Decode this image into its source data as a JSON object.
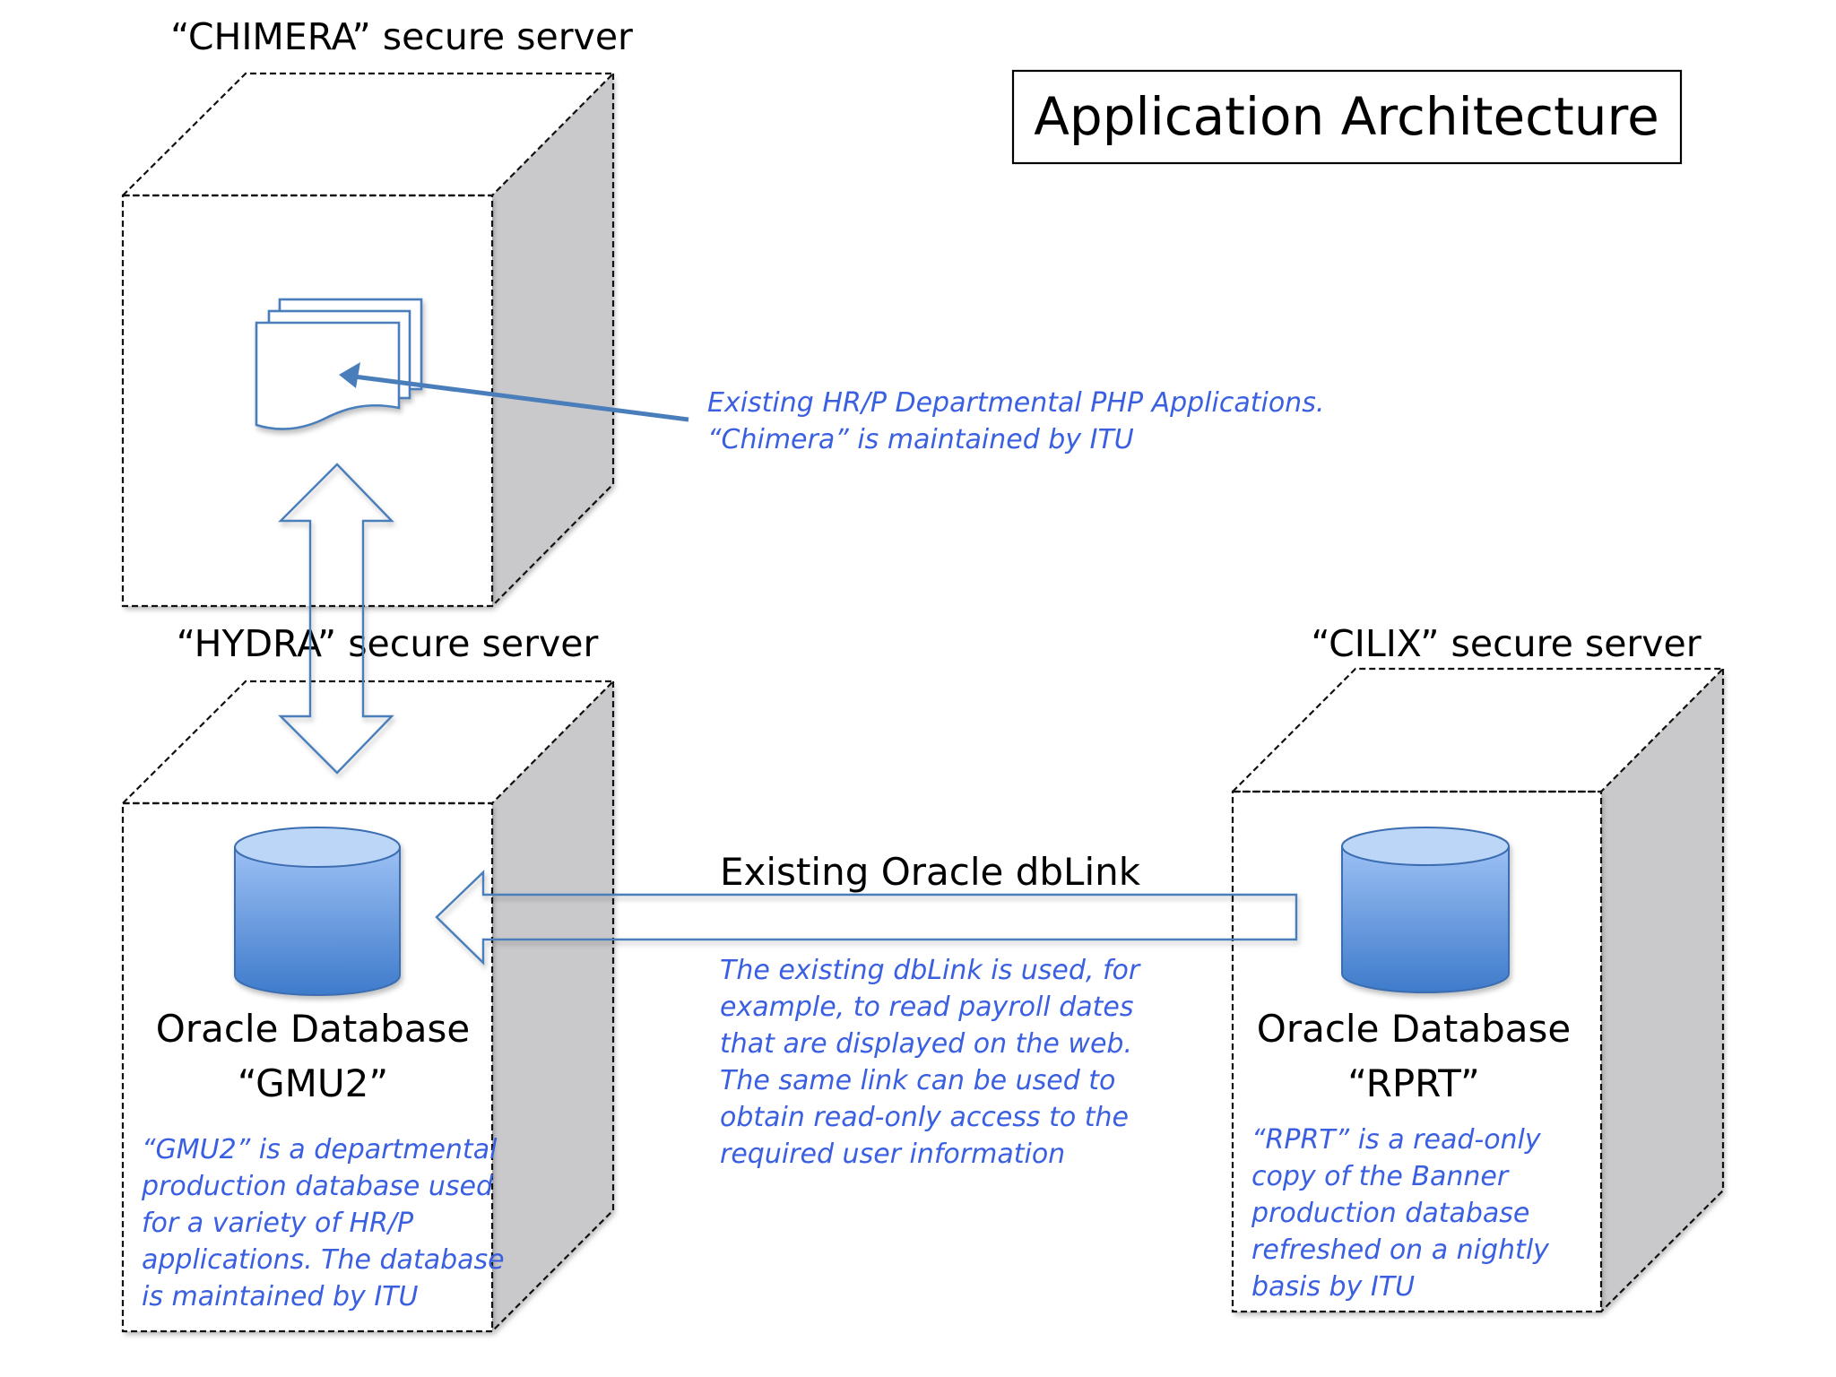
{
  "title": "Application Architecture",
  "colors": {
    "note_text": "#3a5fe0",
    "arrow": "#4a7ebb",
    "server_side": "#c9c9cc",
    "db_top": "#bcd6f8",
    "db_bottom": "#3e7bcb"
  },
  "servers": {
    "chimera": {
      "label": "“CHIMERA” secure server",
      "icon": "documents-icon",
      "note_lines": [
        "Existing HR/P Departmental PHP Applications.",
        "“Chimera” is maintained by ITU"
      ]
    },
    "hydra": {
      "label": "“HYDRA” secure server",
      "icon": "database-icon",
      "db_name_line1": "Oracle Database",
      "db_name_line2": "“GMU2”",
      "note_lines": [
        "“GMU2” is a departmental",
        "production database used",
        "for a variety of HR/P",
        "applications. The database",
        "is maintained by ITU"
      ]
    },
    "cilix": {
      "label": "“CILIX” secure server",
      "icon": "database-icon",
      "db_name_line1": "Oracle Database",
      "db_name_line2": "“RPRT”",
      "note_lines": [
        "“RPRT” is a read-only",
        "copy of the Banner",
        "production database",
        "refreshed on a nightly",
        "basis by ITU"
      ]
    }
  },
  "connections": {
    "chimera_hydra": {
      "type": "bidirectional",
      "icon": "double-arrow-icon"
    },
    "dblink": {
      "label": "Existing Oracle dbLink",
      "direction": "RPRT to GMU2",
      "note_lines": [
        "The existing dbLink is used, for",
        "example, to read payroll dates",
        "that are displayed on the web.",
        "The same link can be used to",
        "obtain read-only access to the",
        "required user information"
      ]
    }
  }
}
